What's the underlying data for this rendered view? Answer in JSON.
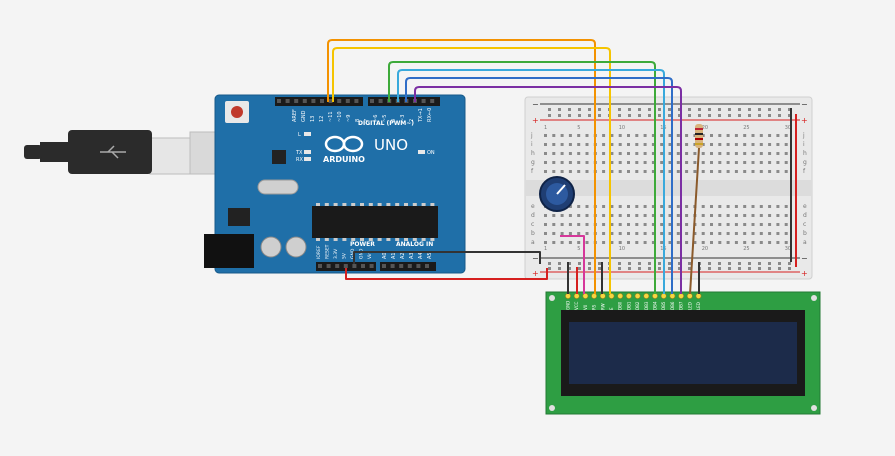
{
  "arduino": {
    "logo_text": "ARDUINO",
    "model": "UNO",
    "digital_header": "DIGITAL (PWM~)",
    "power_header": "POWER",
    "analog_header": "ANALOG IN",
    "led_labels": {
      "l": "L",
      "tx": "TX",
      "rx": "RX",
      "on": "ON"
    },
    "digital_pins": [
      "AREF",
      "GND",
      "13",
      "12",
      "~11",
      "~10",
      "~9",
      "8",
      "7",
      "~6",
      "~5",
      "4",
      "~3",
      "2",
      "TX→1",
      "RX←0"
    ],
    "power_pins": [
      "IOREF",
      "RESET",
      "3.3V",
      "5V",
      "GND",
      "GND",
      "Vin"
    ],
    "analog_pins": [
      "A0",
      "A1",
      "A2",
      "A3",
      "A4",
      "A5"
    ]
  },
  "breadboard": {
    "row_letters_top": [
      "j",
      "i",
      "h",
      "g",
      "f"
    ],
    "row_letters_bottom": [
      "e",
      "d",
      "c",
      "b",
      "a"
    ],
    "column_numbers": [
      "1",
      "5",
      "10",
      "15",
      "20",
      "25",
      "30"
    ],
    "rail_plus": "+",
    "rail_minus": "−"
  },
  "lcd": {
    "pins": [
      "GND",
      "VCC",
      "V0",
      "RS",
      "RW",
      "E",
      "DB0",
      "DB1",
      "DB2",
      "DB3",
      "DB4",
      "DB5",
      "DB6",
      "DB7",
      "LED",
      "LED"
    ]
  },
  "colors": {
    "board_blue": "#1f6fa8",
    "wire_orange": "#f39200",
    "wire_yellow": "#f5c400",
    "wire_green": "#3daa3a",
    "wire_lightblue": "#39a9dc",
    "wire_blue": "#2f6dc7",
    "wire_purple": "#7b2fa3",
    "wire_black": "#333333",
    "wire_red": "#d6201f",
    "wire_pink": "#d6379a",
    "wire_brown": "#8b5a2b",
    "lcd_green": "#2e9e43",
    "lcd_screen": "#1c2b4a"
  }
}
